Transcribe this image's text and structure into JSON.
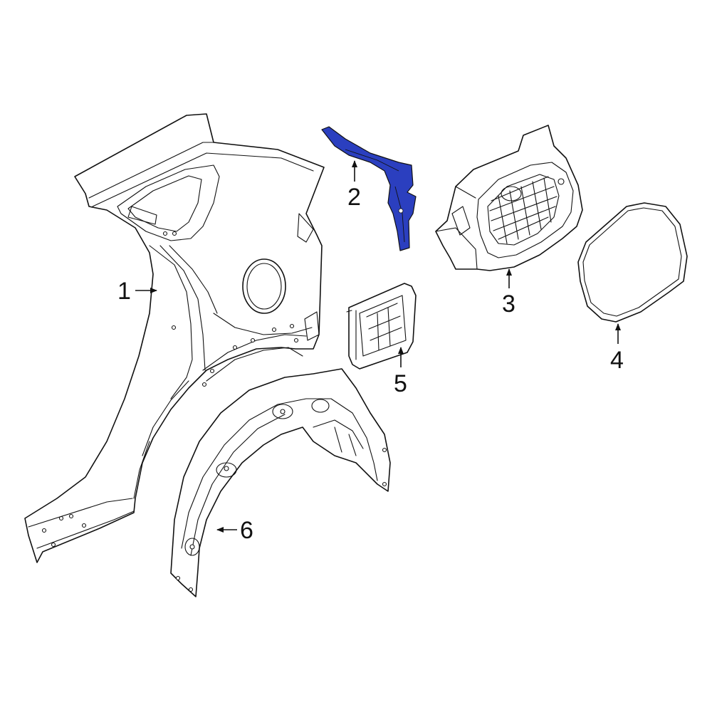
{
  "diagram": {
    "highlight_color": "#2b3fbf",
    "line_color": "#111111",
    "background": "#ffffff",
    "parts": [
      {
        "callout": "1",
        "highlighted": false
      },
      {
        "callout": "2",
        "highlighted": true
      },
      {
        "callout": "3",
        "highlighted": false
      },
      {
        "callout": "4",
        "highlighted": false
      },
      {
        "callout": "5",
        "highlighted": false
      },
      {
        "callout": "6",
        "highlighted": false
      }
    ]
  }
}
